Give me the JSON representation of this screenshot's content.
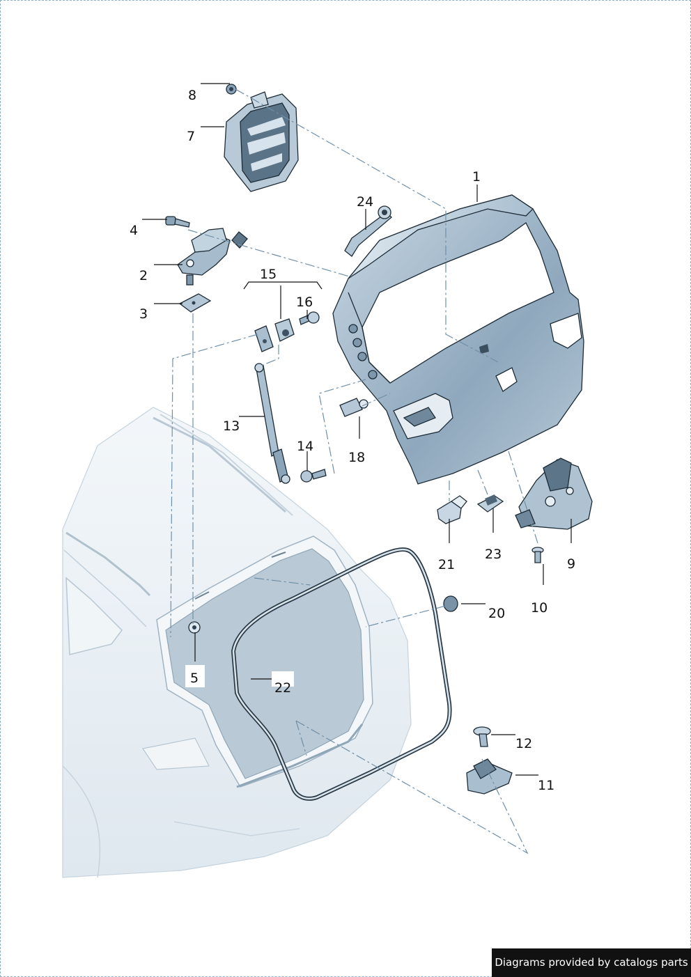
{
  "callouts": {
    "c1": "1",
    "c2": "2",
    "c3": "3",
    "c4": "4",
    "c5": "5",
    "c7": "7",
    "c8": "8",
    "c9": "9",
    "c10": "10",
    "c11": "11",
    "c12": "12",
    "c13": "13",
    "c14": "14",
    "c15": "15",
    "c16": "16",
    "c18": "18",
    "c20": "20",
    "c21": "21",
    "c22": "22",
    "c23": "23",
    "c24": "24"
  },
  "footer": {
    "credit": "Diagrams provided by catalogs parts"
  },
  "colors": {
    "part_fill": "#9db4c8",
    "part_light": "#cfdde8",
    "car_fill": "#e9f0f5",
    "opening_fill": "#b9c9d5",
    "leader": "#111111",
    "centerline": "#6f8fa8"
  }
}
